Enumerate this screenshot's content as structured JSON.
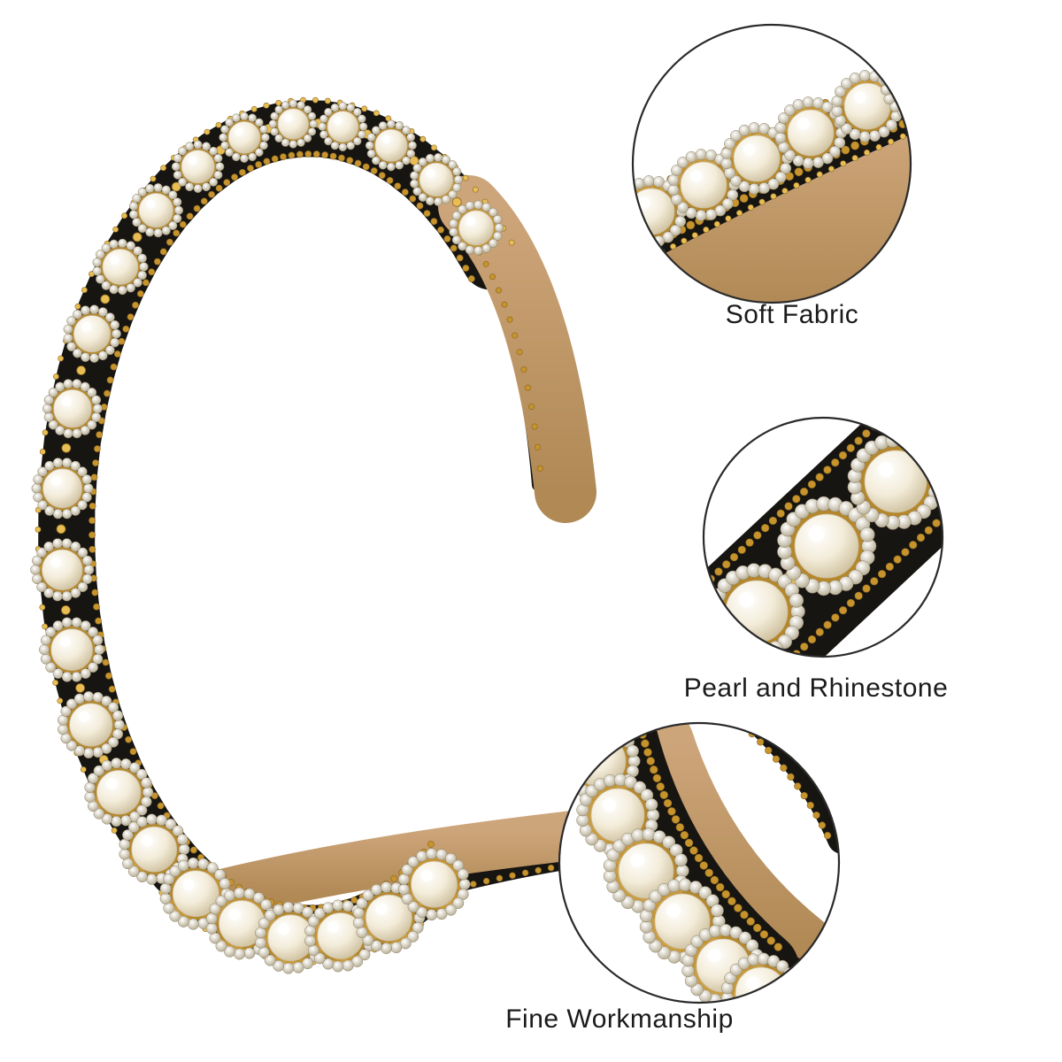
{
  "callouts": [
    {
      "id": "soft-fabric",
      "label": "Soft Fabric"
    },
    {
      "id": "pearl-rhinestone",
      "label": "Pearl and Rhinestone"
    },
    {
      "id": "fine-workmanship",
      "label": "Fine Workmanship"
    }
  ],
  "colors": {
    "background": "#ffffff",
    "band_black": "#171512",
    "gold": "#c6932d",
    "gold_light": "#e8bd54",
    "gold_dark": "#8a671e",
    "tan": "#c49b6c",
    "tan_dark": "#9e7846",
    "pearl": "#f5eedd",
    "rhinestone": "#d8d0bc",
    "text": "#1b1b1b",
    "circle_outline": "#2a2a2a"
  }
}
